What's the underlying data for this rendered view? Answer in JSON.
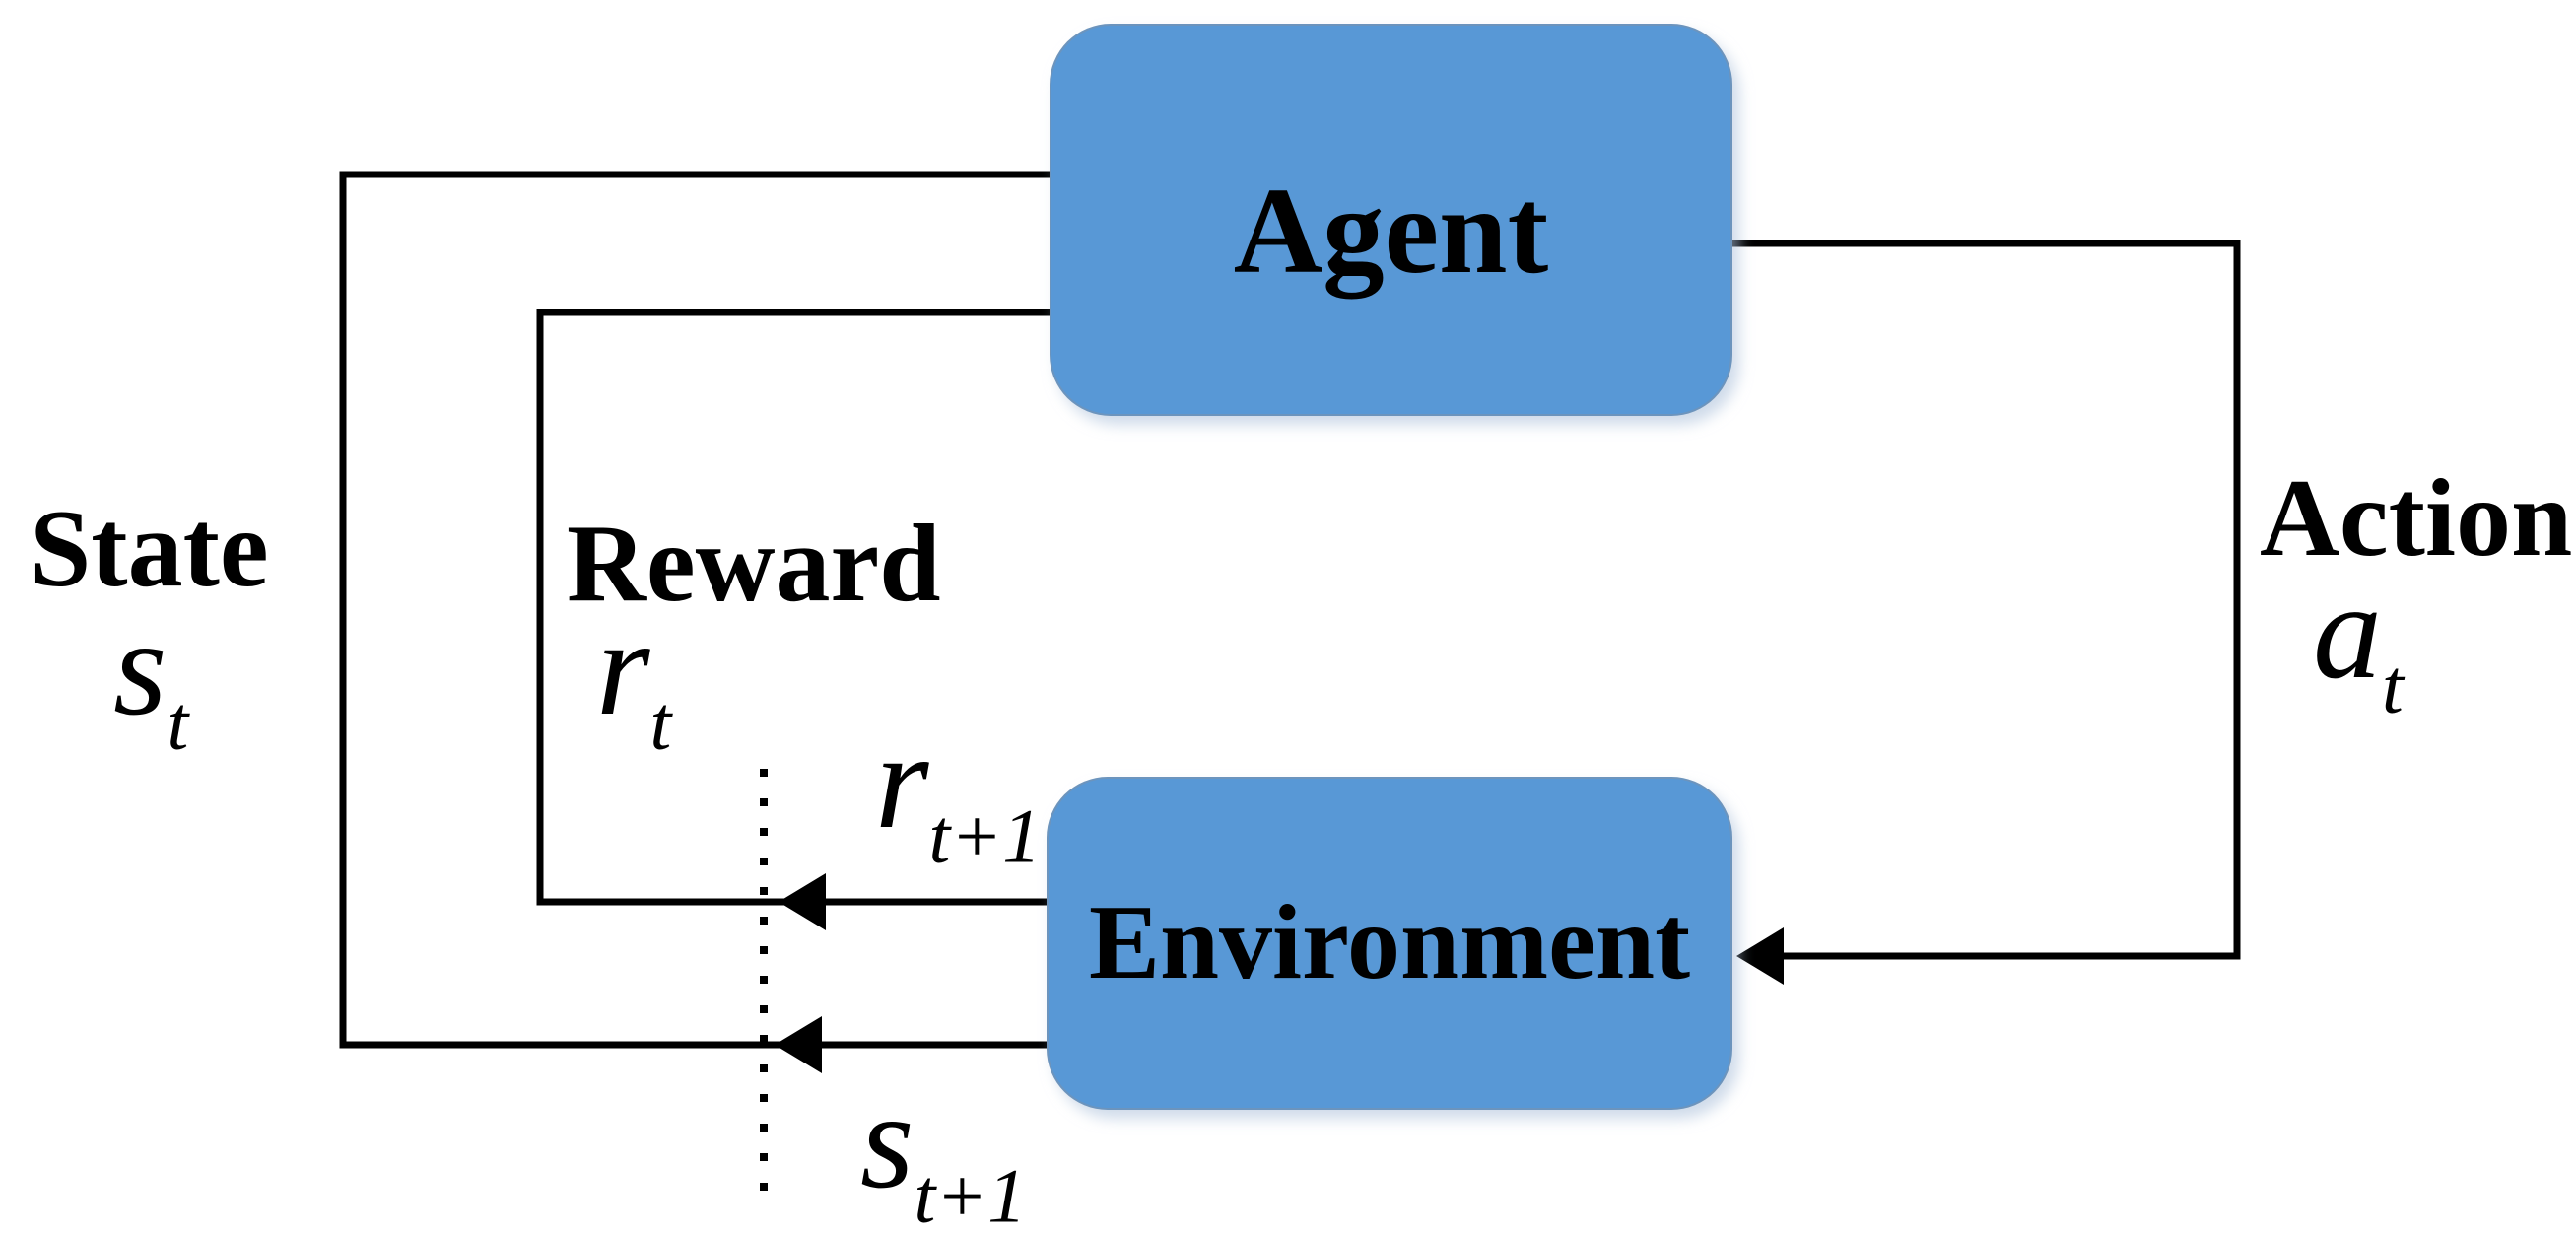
{
  "nodes": {
    "agent": {
      "label": "Agent"
    },
    "environment": {
      "label": "Environment"
    }
  },
  "signals": {
    "state": {
      "label": "State",
      "base": "s",
      "sub": "t"
    },
    "reward": {
      "label": "Reward",
      "base": "r",
      "sub": "t"
    },
    "action": {
      "label": "Action",
      "base": "a",
      "sub": "t"
    },
    "reward_next": {
      "base": "r",
      "sub": "t+1"
    },
    "state_next": {
      "base": "s",
      "sub": "t+1"
    }
  },
  "colors": {
    "node_fill": "#5898D6",
    "wire": "#000000",
    "text": "#000000",
    "background": "#ffffff"
  }
}
